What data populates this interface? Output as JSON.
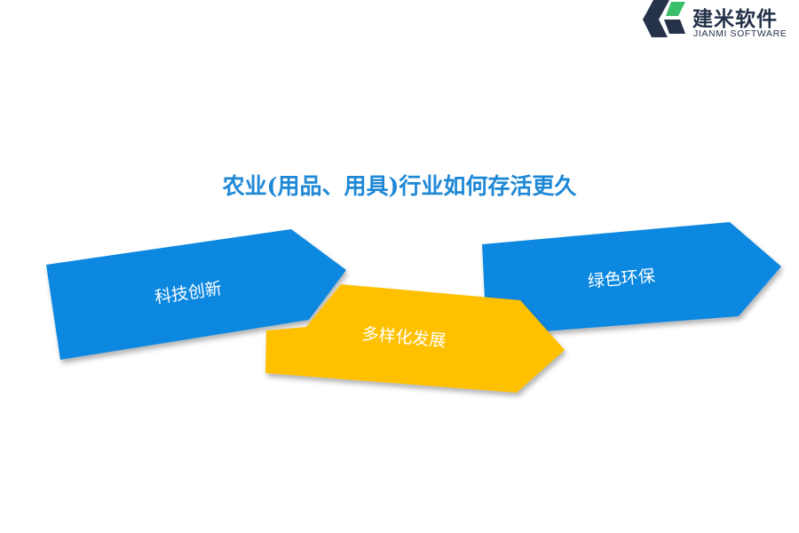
{
  "logo": {
    "title": "建米软件",
    "subtitle": "JIANMI SOFTWARE",
    "colors": {
      "dark": "#25324a",
      "green": "#3bbf6a"
    }
  },
  "title": "农业(用品、用具)行业如何存活更久",
  "arrows": [
    {
      "label": "科技创新",
      "color": "#0d88e0"
    },
    {
      "label": "多样化发展",
      "color": "#ffc000"
    },
    {
      "label": "绿色环保",
      "color": "#0d88e0"
    }
  ],
  "colors": {
    "title": "#1e88d6",
    "blue": "#0d88e0",
    "yellow": "#ffc000"
  }
}
